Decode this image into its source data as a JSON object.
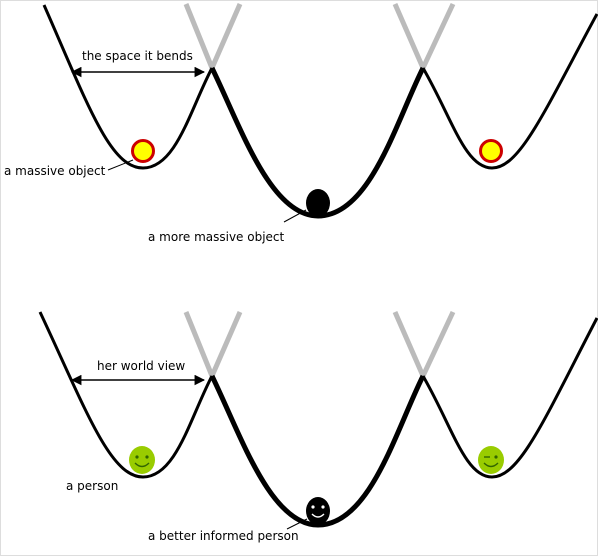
{
  "top_panel": {
    "range_label": "the space it bends",
    "object_label": "a massive object",
    "heavy_object_label": "a more massive object"
  },
  "bottom_panel": {
    "range_label": "her world view",
    "object_label": "a person",
    "heavy_object_label": "a better informed person"
  },
  "colors": {
    "curve": "#000000",
    "ghost_curve": "#bbbbbb",
    "ball_fill": "#ffff00",
    "ball_ring": "#cc0000",
    "heavy_ball": "#000000",
    "person_face": "#99cc00"
  }
}
